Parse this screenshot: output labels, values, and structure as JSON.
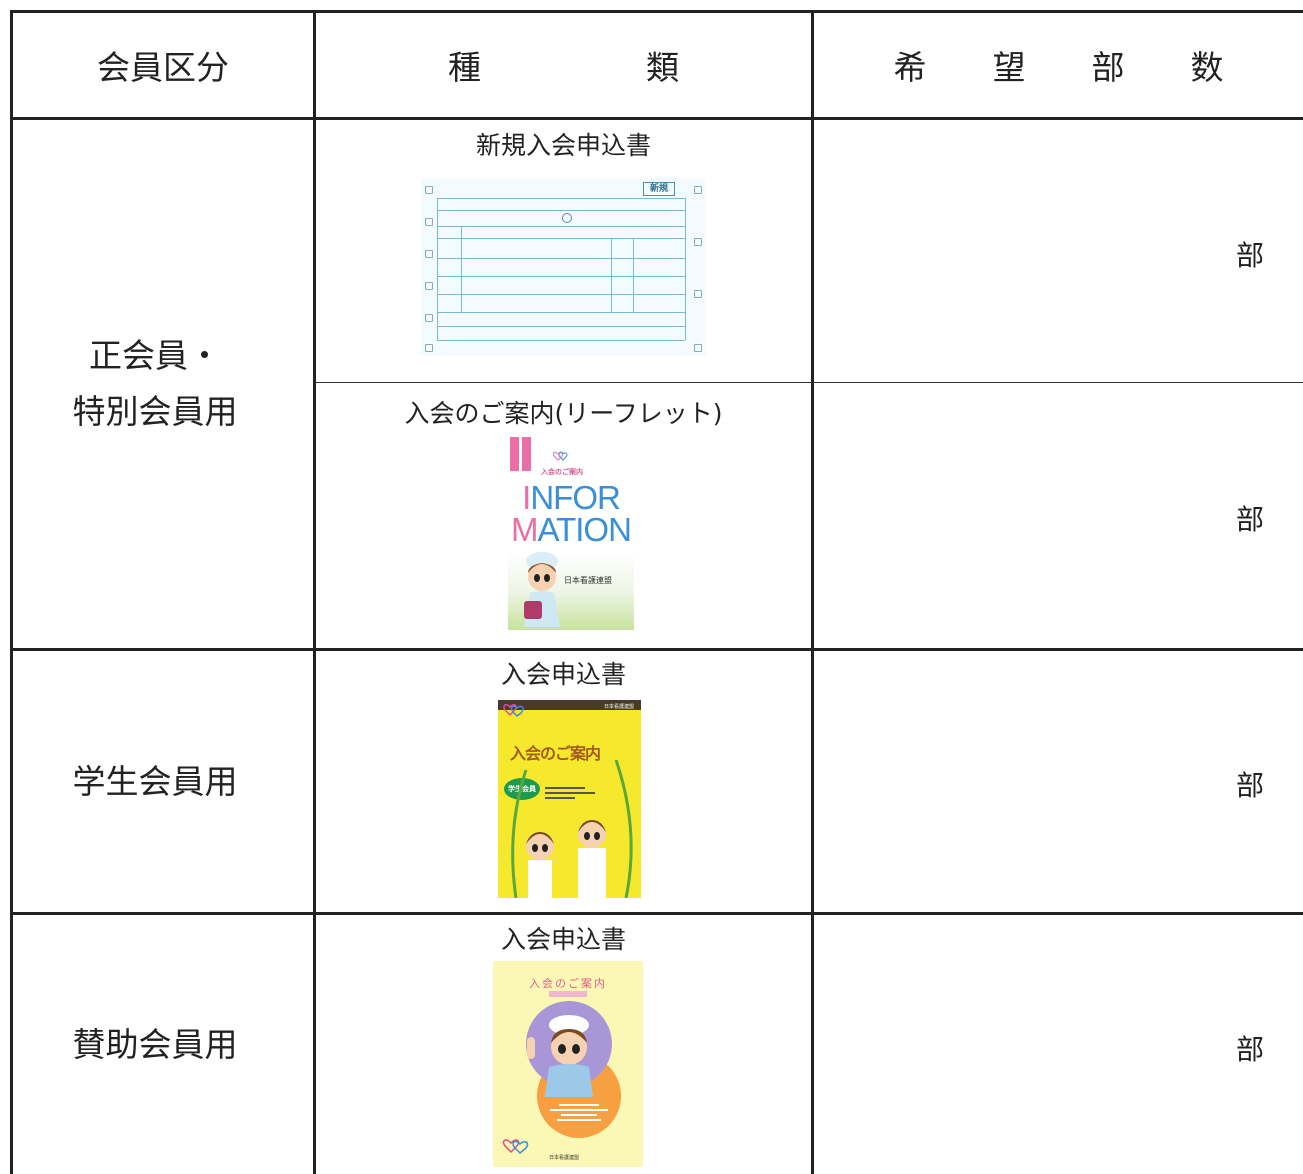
{
  "header": {
    "col1": "会員区分",
    "col2": "種　　　　　類",
    "col3": "希　　望　　部　　数"
  },
  "rows": [
    {
      "category_line1": "正会員・",
      "category_line2": "特別会員用",
      "items": [
        {
          "label": "新規入会申込書",
          "unit": "部"
        },
        {
          "label": "入会のご案内(リーフレット)",
          "unit": "部"
        }
      ]
    },
    {
      "category": "学生会員用",
      "items": [
        {
          "label": "入会申込書",
          "unit": "部"
        }
      ]
    },
    {
      "category": "賛助会員用",
      "items": [
        {
          "label": "入会申込書",
          "unit": "部"
        }
      ]
    }
  ],
  "thumbnails": {
    "form": {
      "badge": "新規"
    },
    "leaflet_info": {
      "small": "入会のご案内",
      "title_line1": "INFOR",
      "title_line2": "MATION",
      "org": "日本看護連盟",
      "color_pink": "#e96fa5",
      "color_blue": "#3a8fd6"
    },
    "leaflet_student": {
      "title": "入会のご案内",
      "badge": "学生会員",
      "org": "日本看護連盟"
    },
    "leaflet_support": {
      "title": "入会のご案内",
      "org": "日本看護連盟"
    }
  }
}
